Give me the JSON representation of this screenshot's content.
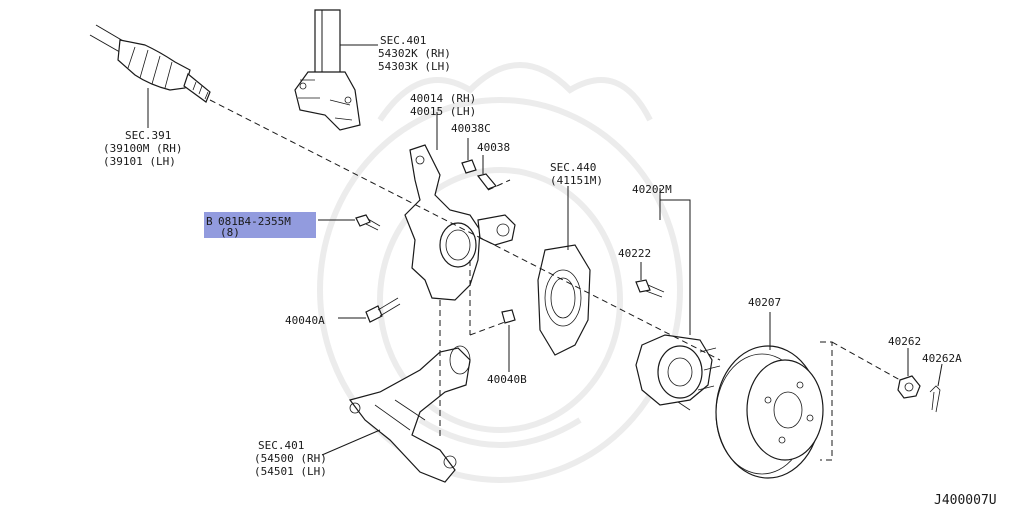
{
  "diagram_id": "J400007U",
  "highlight_color": "#7f8ad8",
  "callouts": {
    "sec401_strut": {
      "line1": "SEC.401",
      "line2": "54302K (RH)",
      "line3": "54303K (LH)"
    },
    "sec391": {
      "line1": "SEC.391",
      "line2": "(39100M (RH)",
      "line3": "(39101  (LH)"
    },
    "knuckle": {
      "line1": "40014 (RH)",
      "line2": "40015 (LH)"
    },
    "p40038c": {
      "label": "40038C"
    },
    "p40038": {
      "label": "40038"
    },
    "sec440": {
      "line1": "SEC.440",
      "line2": "(41151M)"
    },
    "p40202m": {
      "label": "40202M"
    },
    "p40222": {
      "label": "40222"
    },
    "bolt_081b4": {
      "symbol": "B",
      "label": "081B4-2355M",
      "qty": "(8)"
    },
    "p40040a": {
      "label": "40040A"
    },
    "p40040b": {
      "label": "40040B"
    },
    "p40207": {
      "label": "40207"
    },
    "p40262": {
      "label": "40262"
    },
    "p40262a": {
      "label": "40262A"
    },
    "sec401_arm": {
      "line1": "SEC.401",
      "line2": "(54500 (RH)",
      "line3": "(54501 (LH)"
    }
  }
}
